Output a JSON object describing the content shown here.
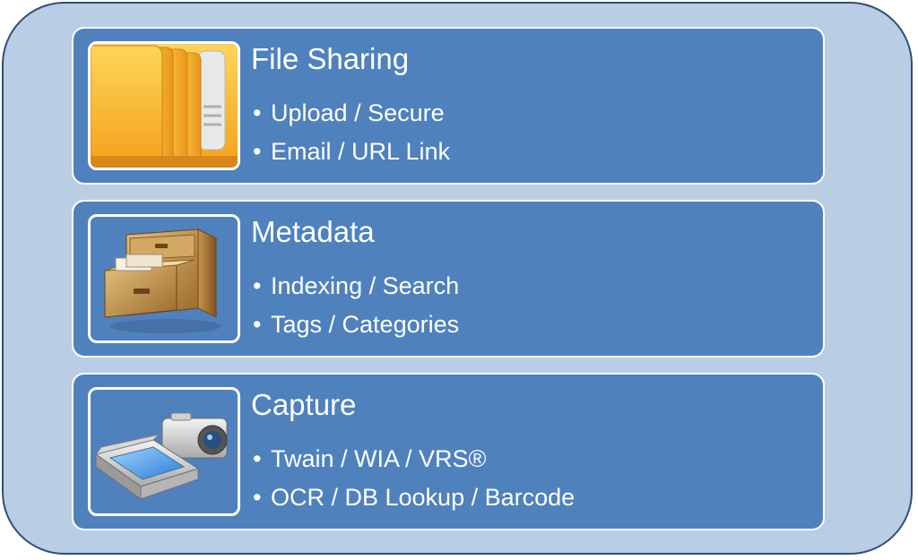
{
  "sections": [
    {
      "title": "File Sharing",
      "icon": "folders-icon",
      "bullets": [
        "Upload / Secure",
        "Email / URL Link"
      ]
    },
    {
      "title": "Metadata",
      "icon": "filing-cabinet-icon",
      "bullets": [
        "Indexing / Search",
        "Tags / Categories"
      ]
    },
    {
      "title": "Capture",
      "icon": "scanner-camera-icon",
      "bullets": [
        "Twain / WIA / VRS®",
        "OCR / DB Lookup / Barcode"
      ]
    }
  ],
  "bullet_glyph": "•",
  "colors": {
    "outer_fill": "#b9cde5",
    "outer_border": "#2f4f7a",
    "panel_fill": "#4f81bd",
    "panel_border": "#ffffff",
    "text": "#ffffff"
  }
}
